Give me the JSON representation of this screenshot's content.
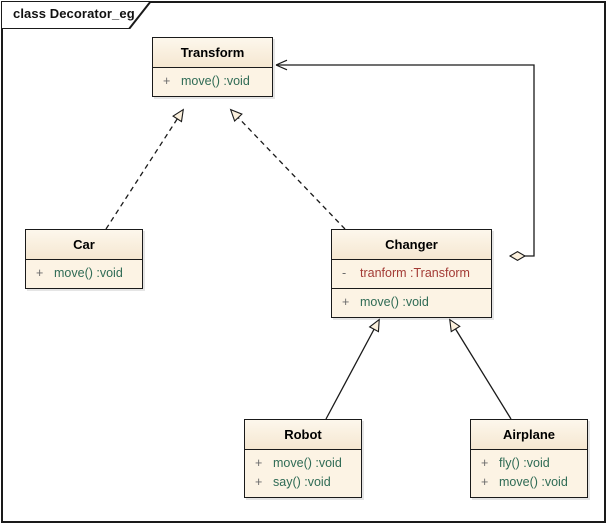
{
  "frame": {
    "title": "class Decorator_eg"
  },
  "colors": {
    "class_fill": "#fbf0dd",
    "class_header_fill": "#f5e7d1",
    "border": "#1a1a1a",
    "operation_text": "#2f6b55",
    "attribute_text": "#a33b35",
    "visibility_text": "#6b6b6b",
    "background": "#ffffff"
  },
  "classes": [
    {
      "id": "transform",
      "name": "Transform",
      "attributes": [],
      "operations": [
        {
          "visibility": "+",
          "text": "move()  :void"
        }
      ]
    },
    {
      "id": "car",
      "name": "Car",
      "attributes": [],
      "operations": [
        {
          "visibility": "+",
          "text": "move()  :void"
        }
      ]
    },
    {
      "id": "changer",
      "name": "Changer",
      "attributes": [
        {
          "visibility": "-",
          "text": "tranform  :Transform"
        }
      ],
      "operations": [
        {
          "visibility": "+",
          "text": "move()  :void"
        }
      ]
    },
    {
      "id": "robot",
      "name": "Robot",
      "attributes": [],
      "operations": [
        {
          "visibility": "+",
          "text": "move()  :void"
        },
        {
          "visibility": "+",
          "text": "say()  :void"
        }
      ]
    },
    {
      "id": "airplane",
      "name": "Airplane",
      "attributes": [],
      "operations": [
        {
          "visibility": "+",
          "text": "fly()  :void"
        },
        {
          "visibility": "+",
          "text": "move()  :void"
        }
      ]
    }
  ],
  "relationships": [
    {
      "id": "car-realizes-transform",
      "kind": "realization",
      "from": "Car",
      "to": "Transform",
      "line": "dashed",
      "arrow": "hollow-triangle"
    },
    {
      "id": "changer-realizes-transform",
      "kind": "realization",
      "from": "Changer",
      "to": "Transform",
      "line": "dashed",
      "arrow": "hollow-triangle"
    },
    {
      "id": "robot-extends-changer",
      "kind": "generalization",
      "from": "Robot",
      "to": "Changer",
      "line": "solid",
      "arrow": "hollow-triangle"
    },
    {
      "id": "airplane-extends-changer",
      "kind": "generalization",
      "from": "Airplane",
      "to": "Changer",
      "line": "solid",
      "arrow": "hollow-triangle"
    },
    {
      "id": "changer-aggregates-transform",
      "kind": "aggregation",
      "from": "Changer",
      "to": "Transform",
      "line": "solid",
      "arrow": "open-arrow",
      "source_decoration": "hollow-diamond"
    }
  ]
}
